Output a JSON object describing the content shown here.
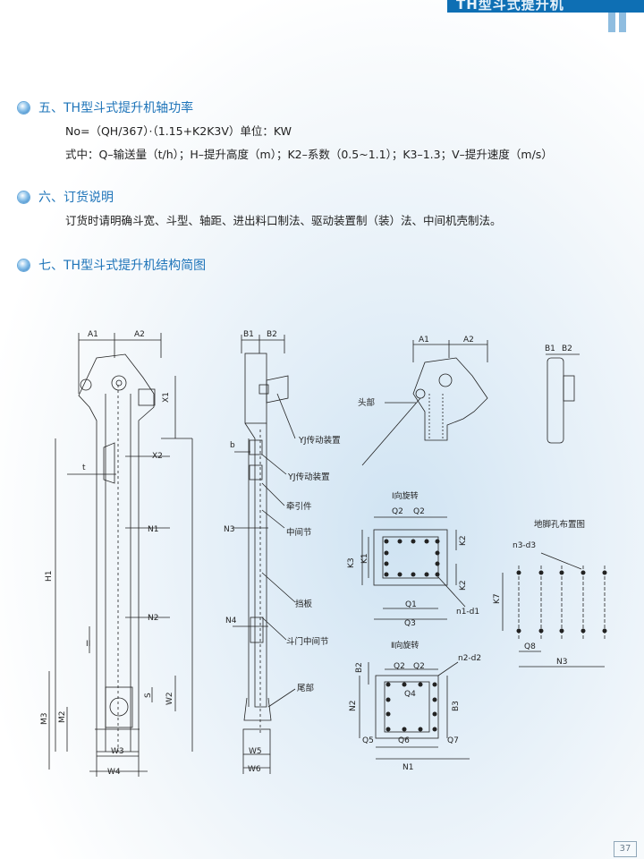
{
  "header": {
    "title": "TH型斗式提升机"
  },
  "sections": {
    "s5": {
      "title": "五、TH型斗式提升机轴功率",
      "formula": "No=（QH/367）·（1.15+K2K3V）单位：KW",
      "where": "式中：Q–输送量（t/h）；H–提升高度（m）；K2–系数（0.5~1.1）；K3–1.3；V–提升速度（m/s）"
    },
    "s6": {
      "title": "六、订货说明",
      "text": "订货时请明确斗宽、斗型、轴距、进出料口制法、驱动装置制（装）法、中间机壳制法。"
    },
    "s7": {
      "title": "七、TH型斗式提升机结构简图"
    }
  },
  "drawing": {
    "left_view": {
      "labels": [
        "A1",
        "A2",
        "X1",
        "X2",
        "t",
        "N1",
        "H1",
        "N2",
        "II",
        "S",
        "W2",
        "M3",
        "W3",
        "W4",
        "M2"
      ]
    },
    "side_view": {
      "labels": [
        "B1",
        "B2",
        "b",
        "N3",
        "N4",
        "W5",
        "W6"
      ]
    },
    "callouts": {
      "yj1": "YJ传动装置",
      "yj2": "YJ传动装置",
      "chain": "牵引件",
      "mid": "中间节",
      "baffle": "挡板",
      "door_mid": "斗门中间节",
      "tail": "尾部",
      "head": "头部"
    },
    "head_detail": {
      "labels": [
        "A1",
        "A2",
        "B1",
        "B2"
      ]
    },
    "rot1": {
      "title": "Ⅰ向旋转",
      "labels": [
        "Q2",
        "Q2",
        "K2",
        "K3",
        "K1",
        "K2",
        "Q1",
        "Q3",
        "n1-d1"
      ]
    },
    "rot2": {
      "title": "Ⅱ向旋转",
      "labels": [
        "B2",
        "Q2",
        "Q2",
        "n2-d2",
        "Q4",
        "N2",
        "B3",
        "Q5",
        "Q6",
        "Q7",
        "N1"
      ]
    },
    "foundation": {
      "title": "地脚孔布置图",
      "labels": [
        "n3-d3",
        "K7",
        "Q8",
        "N3"
      ]
    }
  },
  "footer": {
    "page": "37"
  }
}
